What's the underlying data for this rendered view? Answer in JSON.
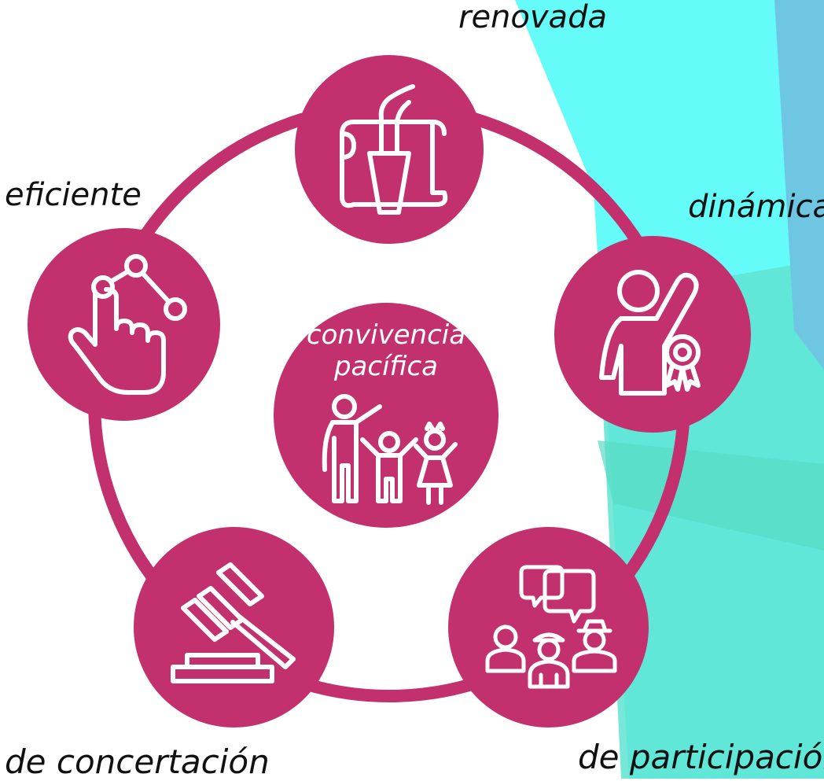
{
  "colors": {
    "node": "#c2306e",
    "ring": "#c2306e",
    "icon_stroke": "#ffffff",
    "bg_cyan": "#64fbf8",
    "bg_teal": "#5fe3d1",
    "bg_blue": "#6ec6e2",
    "label_text": "#111111"
  },
  "center": {
    "title_line1": "convivencia",
    "title_line2": "pacífica",
    "icon": "family-icon"
  },
  "nodes": [
    {
      "id": "renovada",
      "label": "renovada",
      "icon": "torch-scroll-icon"
    },
    {
      "id": "dinamica",
      "label": "dinámica",
      "icon": "award-person-icon"
    },
    {
      "id": "participacion",
      "label": "de participación",
      "icon": "people-dialogue-icon"
    },
    {
      "id": "concertacion",
      "label": "de concertación",
      "icon": "gavel-icon"
    },
    {
      "id": "eficiente",
      "label": "eficiente",
      "icon": "touch-network-icon"
    }
  ]
}
